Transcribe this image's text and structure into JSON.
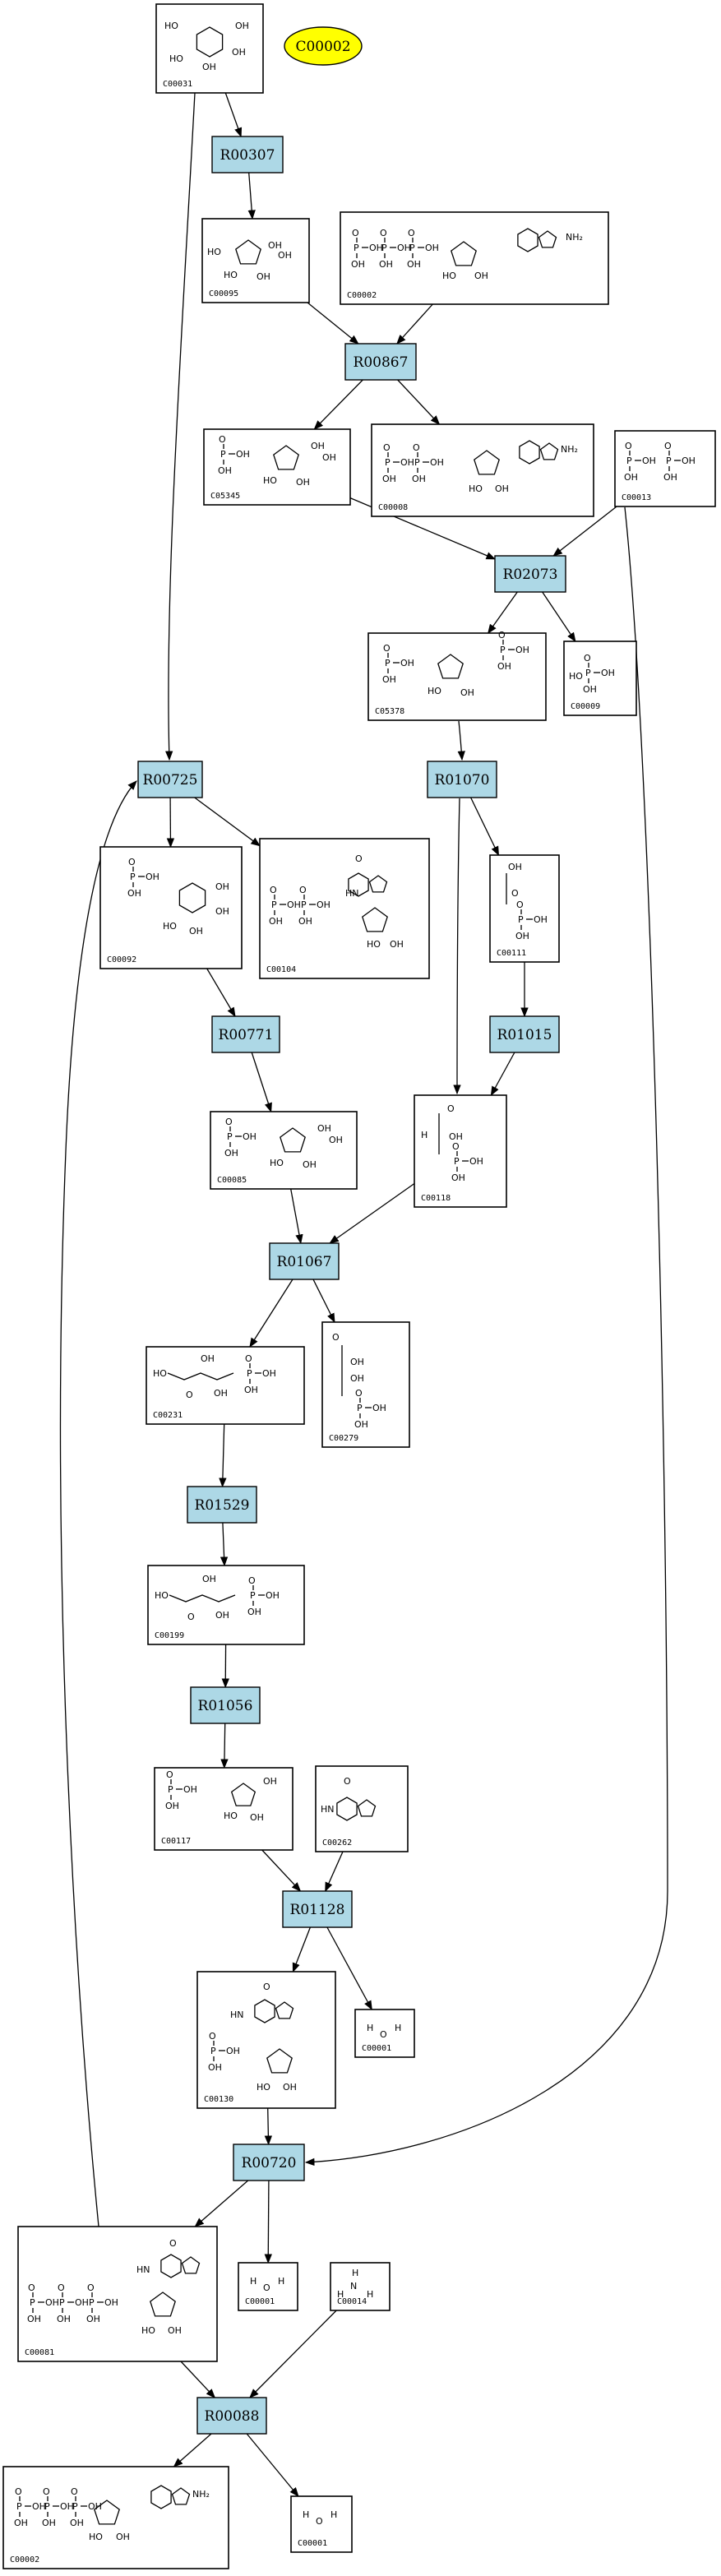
{
  "colors": {
    "reaction_fill": "#add8e6",
    "highlight_fill": "#ffff00",
    "stroke": "#000000",
    "background": "#ffffff"
  },
  "highlight_node": {
    "id": "hl",
    "label": "C00002"
  },
  "reactions": [
    {
      "id": "R00307",
      "label": "R00307"
    },
    {
      "id": "R00867",
      "label": "R00867"
    },
    {
      "id": "R02073",
      "label": "R02073"
    },
    {
      "id": "R00725",
      "label": "R00725"
    },
    {
      "id": "R01070",
      "label": "R01070"
    },
    {
      "id": "R00771",
      "label": "R00771"
    },
    {
      "id": "R01015",
      "label": "R01015"
    },
    {
      "id": "R01067",
      "label": "R01067"
    },
    {
      "id": "R01529",
      "label": "R01529"
    },
    {
      "id": "R01056",
      "label": "R01056"
    },
    {
      "id": "R01128",
      "label": "R01128"
    },
    {
      "id": "R00720",
      "label": "R00720"
    },
    {
      "id": "R00088",
      "label": "R00088"
    }
  ],
  "compounds": [
    {
      "id": "c1",
      "label": "C00031",
      "mol": "hexose-pyranose"
    },
    {
      "id": "c2",
      "label": "C00095",
      "mol": "fructofuranose"
    },
    {
      "id": "c3",
      "label": "C00002",
      "mol": "atp"
    },
    {
      "id": "c4",
      "label": "C05345",
      "mol": "sugar-phosphate-furanose"
    },
    {
      "id": "c5",
      "label": "C00008",
      "mol": "adp"
    },
    {
      "id": "c6",
      "label": "C00013",
      "mol": "diphosphate"
    },
    {
      "id": "c7",
      "label": "C05378",
      "mol": "sugar-bisphosphate-furanose"
    },
    {
      "id": "c8",
      "label": "C00009",
      "mol": "phosphate"
    },
    {
      "id": "c9",
      "label": "C00092",
      "mol": "hexose-6-phosphate-pyranose"
    },
    {
      "id": "c10",
      "label": "C00104",
      "mol": "idp"
    },
    {
      "id": "c11",
      "label": "C00111",
      "mol": "glycerone-phosphate"
    },
    {
      "id": "c12",
      "label": "C00085",
      "mol": "fructose-6-phosphate"
    },
    {
      "id": "c13",
      "label": "C00118",
      "mol": "glyceraldehyde-3-phosphate"
    },
    {
      "id": "c14",
      "label": "C00231",
      "mol": "ketopentose-phosphate"
    },
    {
      "id": "c15",
      "label": "C00279",
      "mol": "tetrose-phosphate"
    },
    {
      "id": "c16",
      "label": "C00199",
      "mol": "ribulose-phosphate"
    },
    {
      "id": "c17",
      "label": "C00117",
      "mol": "ribose-phosphate"
    },
    {
      "id": "c18",
      "label": "C00262",
      "mol": "hypoxanthine"
    },
    {
      "id": "c19",
      "label": "C00130",
      "mol": "imp"
    },
    {
      "id": "c20",
      "label": "C00001",
      "mol": "water"
    },
    {
      "id": "c21",
      "label": "C00001",
      "mol": "water"
    },
    {
      "id": "c22",
      "label": "C00014",
      "mol": "ammonia"
    },
    {
      "id": "c23",
      "label": "C00081",
      "mol": "itp"
    },
    {
      "id": "c24",
      "label": "C00002",
      "mol": "atp"
    },
    {
      "id": "c25",
      "label": "C00001",
      "mol": "water"
    }
  ],
  "edges": [
    {
      "from": "c1",
      "to": "R00307"
    },
    {
      "from": "c1",
      "to": "R00725"
    },
    {
      "from": "R00307",
      "to": "c2"
    },
    {
      "from": "c2",
      "to": "R00867"
    },
    {
      "from": "c3",
      "to": "R00867"
    },
    {
      "from": "R00867",
      "to": "c4"
    },
    {
      "from": "R00867",
      "to": "c5"
    },
    {
      "from": "c4",
      "to": "R02073"
    },
    {
      "from": "c6",
      "to": "R02073"
    },
    {
      "from": "c6",
      "to": "R00720"
    },
    {
      "from": "R02073",
      "to": "c7"
    },
    {
      "from": "R02073",
      "to": "c8"
    },
    {
      "from": "c7",
      "to": "R01070"
    },
    {
      "from": "R00725",
      "to": "c9"
    },
    {
      "from": "R00725",
      "to": "c10"
    },
    {
      "from": "R01070",
      "to": "c11"
    },
    {
      "from": "R01070",
      "to": "c13"
    },
    {
      "from": "c9",
      "to": "R00771"
    },
    {
      "from": "c11",
      "to": "R01015"
    },
    {
      "from": "R00771",
      "to": "c12"
    },
    {
      "from": "R01015",
      "to": "c13"
    },
    {
      "from": "c12",
      "to": "R01067"
    },
    {
      "from": "c13",
      "to": "R01067"
    },
    {
      "from": "R01067",
      "to": "c14"
    },
    {
      "from": "R01067",
      "to": "c15"
    },
    {
      "from": "c14",
      "to": "R01529"
    },
    {
      "from": "R01529",
      "to": "c16"
    },
    {
      "from": "c16",
      "to": "R01056"
    },
    {
      "from": "R01056",
      "to": "c17"
    },
    {
      "from": "c17",
      "to": "R01128"
    },
    {
      "from": "c18",
      "to": "R01128"
    },
    {
      "from": "R01128",
      "to": "c19"
    },
    {
      "from": "R01128",
      "to": "c20"
    },
    {
      "from": "c19",
      "to": "R00720"
    },
    {
      "from": "R00720",
      "to": "c23"
    },
    {
      "from": "R00720",
      "to": "c21"
    },
    {
      "from": "c23",
      "to": "R00725"
    },
    {
      "from": "c23",
      "to": "R00088"
    },
    {
      "from": "c22",
      "to": "R00088"
    },
    {
      "from": "R00088",
      "to": "c24"
    },
    {
      "from": "R00088",
      "to": "c25"
    }
  ]
}
